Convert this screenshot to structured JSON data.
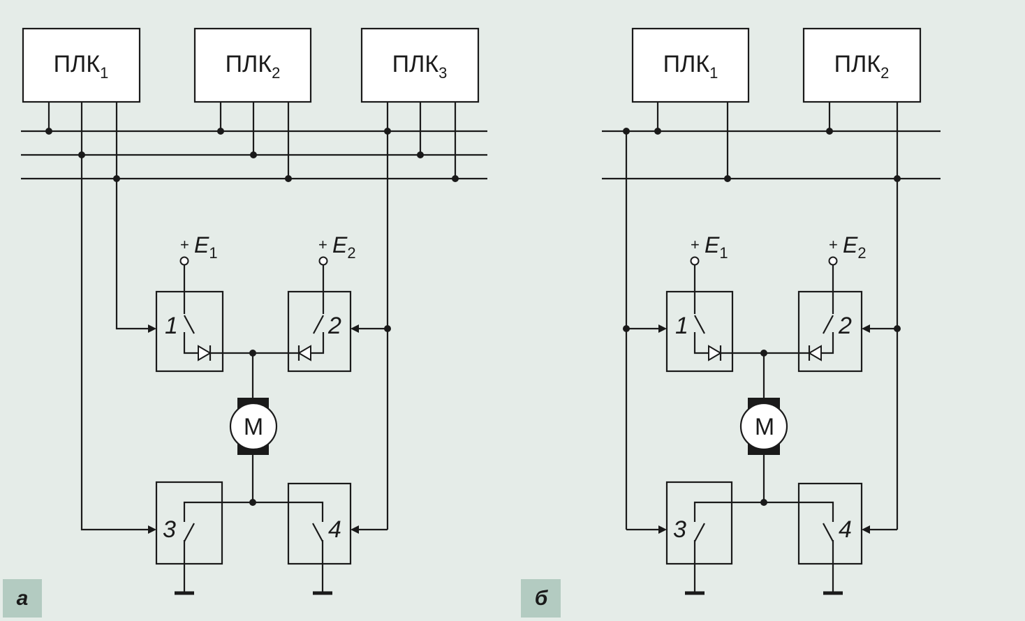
{
  "panel_a": {
    "tag": "а",
    "plcs": [
      {
        "main": "ПЛК",
        "sub": "1"
      },
      {
        "main": "ПЛК",
        "sub": "2"
      },
      {
        "main": "ПЛК",
        "sub": "3"
      }
    ],
    "sources": [
      {
        "plus": "+",
        "main": "E",
        "sub": "1"
      },
      {
        "plus": "+",
        "main": "E",
        "sub": "2"
      }
    ],
    "switch_numbers": [
      "1",
      "2",
      "3",
      "4"
    ],
    "motor_label": "M"
  },
  "panel_b": {
    "tag": "б",
    "plcs": [
      {
        "main": "ПЛК",
        "sub": "1"
      },
      {
        "main": "ПЛК",
        "sub": "2"
      }
    ],
    "sources": [
      {
        "plus": "+",
        "main": "E",
        "sub": "1"
      },
      {
        "plus": "+",
        "main": "E",
        "sub": "2"
      }
    ],
    "switch_numbers": [
      "1",
      "2",
      "3",
      "4"
    ],
    "motor_label": "M"
  },
  "colors": {
    "background": "#e5ece8",
    "tag_background": "#b3cbc1",
    "line": "#1a1a1a",
    "plc_fill": "#ffffff"
  }
}
